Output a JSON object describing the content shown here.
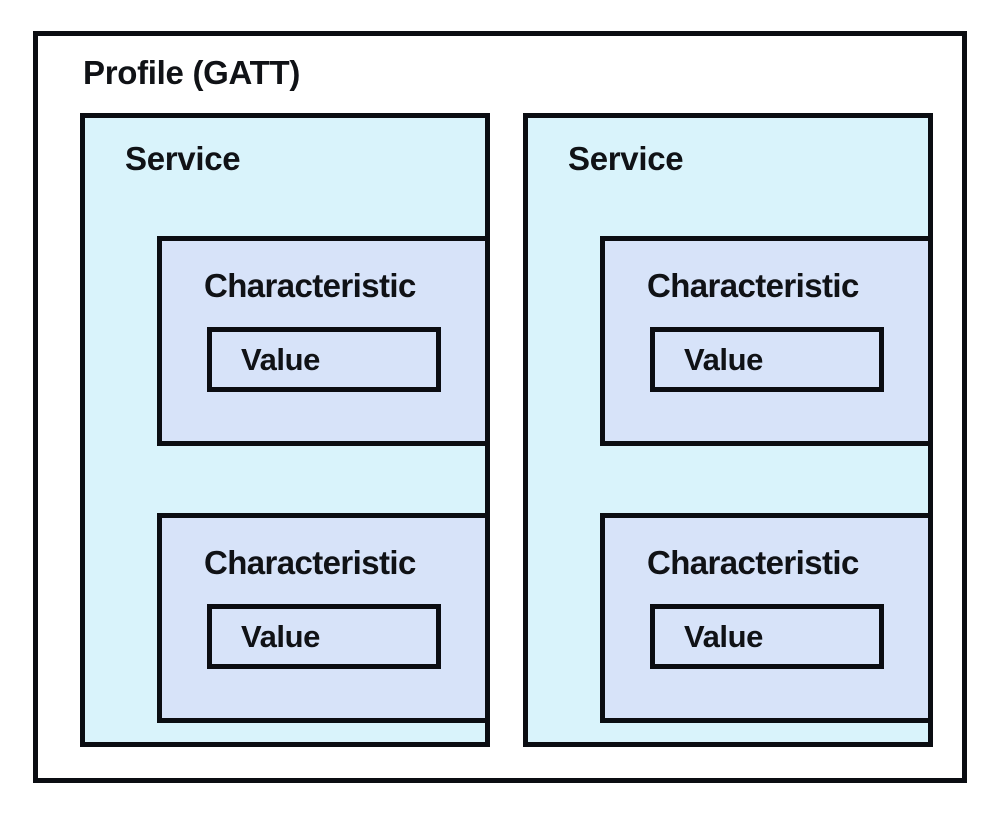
{
  "diagram": {
    "type": "nested-hierarchy",
    "title": "Profile (GATT)",
    "colors": {
      "page_background": "#ffffff",
      "border": "#0b0d12",
      "profile_fill": "#ffffff",
      "service_fill": "#d9f3fb",
      "characteristic_fill": "#d7e3f9",
      "value_fill": "#d7e3f9",
      "text": "#101216"
    },
    "profile": {
      "label": "Profile (GATT)",
      "services": [
        {
          "label": "Service",
          "characteristics": [
            {
              "label": "Characteristic",
              "value": {
                "label": "Value"
              }
            },
            {
              "label": "Characteristic",
              "value": {
                "label": "Value"
              }
            }
          ]
        },
        {
          "label": "Service",
          "characteristics": [
            {
              "label": "Characteristic",
              "value": {
                "label": "Value"
              }
            },
            {
              "label": "Characteristic",
              "value": {
                "label": "Value"
              }
            }
          ]
        }
      ]
    }
  }
}
